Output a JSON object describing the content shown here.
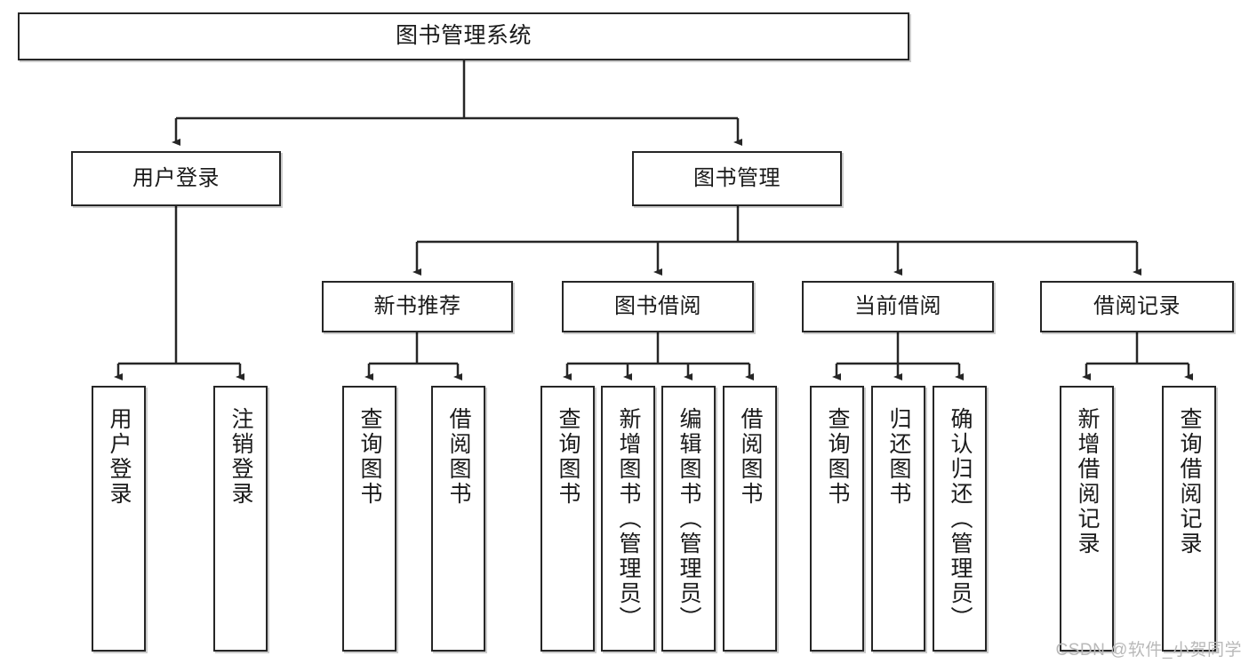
{
  "diagram": {
    "type": "tree-hierarchy",
    "title": "图书管理系统",
    "levels": {
      "root": {
        "label": "图书管理系统"
      },
      "level2": [
        {
          "id": "user-login",
          "label": "用户登录"
        },
        {
          "id": "book-management",
          "label": "图书管理"
        }
      ],
      "level3": [
        {
          "id": "new-book-recommend",
          "label": "新书推荐",
          "parent": "book-management"
        },
        {
          "id": "book-borrow",
          "label": "图书借阅",
          "parent": "book-management"
        },
        {
          "id": "current-borrow",
          "label": "当前借阅",
          "parent": "book-management"
        },
        {
          "id": "borrow-record",
          "label": "借阅记录",
          "parent": "book-management"
        }
      ],
      "leaves": [
        {
          "id": "leaf-user-login",
          "label": "用户登录",
          "parent": "user-login"
        },
        {
          "id": "leaf-logout",
          "label": "注销登录",
          "parent": "user-login"
        },
        {
          "id": "leaf-query-book-1",
          "label": "查询图书",
          "parent": "new-book-recommend"
        },
        {
          "id": "leaf-borrow-book-1",
          "label": "借阅图书",
          "parent": "new-book-recommend"
        },
        {
          "id": "leaf-query-book-2",
          "label": "查询图书",
          "parent": "book-borrow"
        },
        {
          "id": "leaf-add-book",
          "label": "新增图书（管理员）",
          "parent": "book-borrow"
        },
        {
          "id": "leaf-edit-book",
          "label": "编辑图书（管理员）",
          "parent": "book-borrow"
        },
        {
          "id": "leaf-borrow-book-2",
          "label": "借阅图书",
          "parent": "book-borrow"
        },
        {
          "id": "leaf-query-book-3",
          "label": "查询图书",
          "parent": "current-borrow"
        },
        {
          "id": "leaf-return-book",
          "label": "归还图书",
          "parent": "current-borrow"
        },
        {
          "id": "leaf-confirm-return",
          "label": "确认归还（管理员）",
          "parent": "current-borrow"
        },
        {
          "id": "leaf-add-record",
          "label": "新增借阅记录",
          "parent": "borrow-record"
        },
        {
          "id": "leaf-query-record",
          "label": "查询借阅记录",
          "parent": "borrow-record"
        }
      ]
    },
    "watermark": "CSDN @软件_小贺同学",
    "colors": {
      "border": "#262626",
      "background": "#ffffff",
      "text": "#1a1a1a",
      "watermark": "#b9b9b9"
    }
  }
}
